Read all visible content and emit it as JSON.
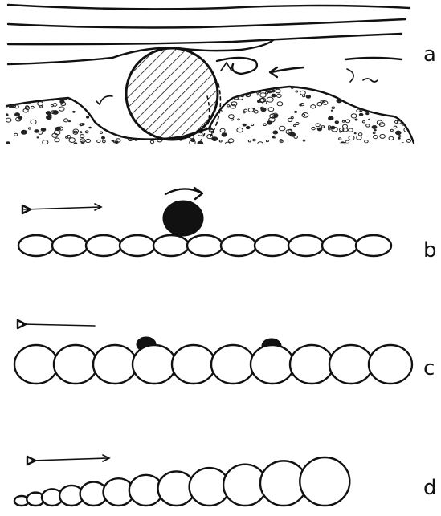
{
  "panels": [
    {
      "id": "a",
      "label": "a"
    },
    {
      "id": "b",
      "label": "b"
    },
    {
      "id": "c",
      "label": "c"
    },
    {
      "id": "d",
      "label": "d"
    }
  ],
  "icons": {
    "flow_arrow": "flow-arrow-icon",
    "rotation_arrow": "rotation-arrow-icon",
    "eddy": "eddy-icon"
  },
  "colors": {
    "ink": "#111111",
    "background": "#ffffff"
  }
}
